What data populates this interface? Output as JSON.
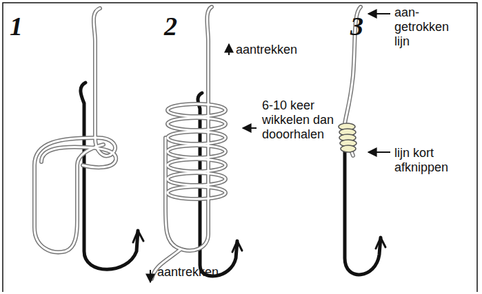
{
  "diagram": {
    "labels": [
      "1",
      "2",
      "3",
      "aantrekken",
      "6-10 keer wikkelen dan dooorhalen",
      "aantrekken",
      "aan- getrokken lijn",
      "lijn kort afknippen"
    ]
  }
}
